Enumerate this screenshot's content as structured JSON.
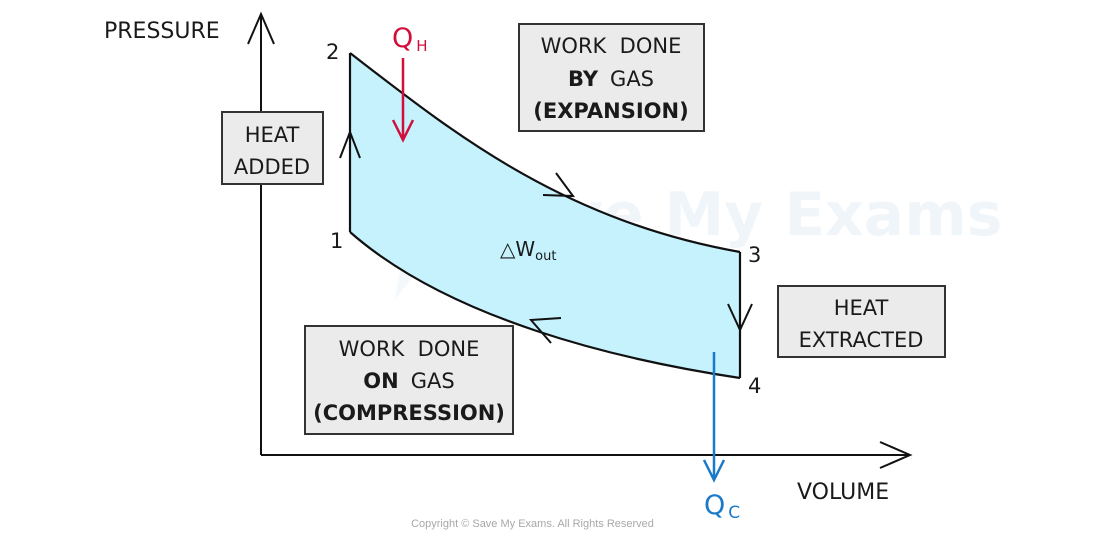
{
  "diagram": {
    "title": "Pressure-Volume cycle (heat engine)",
    "axes": {
      "y_label": "PRESSURE",
      "x_label": "VOLUME"
    },
    "points": [
      {
        "id": "1",
        "label": "1"
      },
      {
        "id": "2",
        "label": "2"
      },
      {
        "id": "3",
        "label": "3"
      },
      {
        "id": "4",
        "label": "4"
      }
    ],
    "enclosed_area_label": {
      "prefix": "△W",
      "subscript": "out"
    },
    "heat_in": {
      "symbol": "Q",
      "subscript": "H",
      "color": "#d0103a"
    },
    "heat_out": {
      "symbol": "Q",
      "subscript": "C",
      "color": "#1a7ac9"
    },
    "cycle_fill_color": "#c2f1fd",
    "boxes": {
      "heat_added": {
        "lines": [
          "HEAT",
          "ADDED"
        ]
      },
      "expansion": {
        "line1": "WORK  DONE",
        "line2_bold": "BY",
        "line2_rest": "GAS",
        "line3": "(EXPANSION)"
      },
      "compression": {
        "line1": "WORK  DONE",
        "line2_bold": "ON",
        "line2_rest": "GAS",
        "line3": "(COMPRESSION)"
      },
      "heat_extracted": {
        "lines": [
          "HEAT",
          "EXTRACTED"
        ]
      }
    },
    "watermark": "Save My Exams",
    "copyright": "Copyright © Save My Exams. All Rights Reserved"
  }
}
